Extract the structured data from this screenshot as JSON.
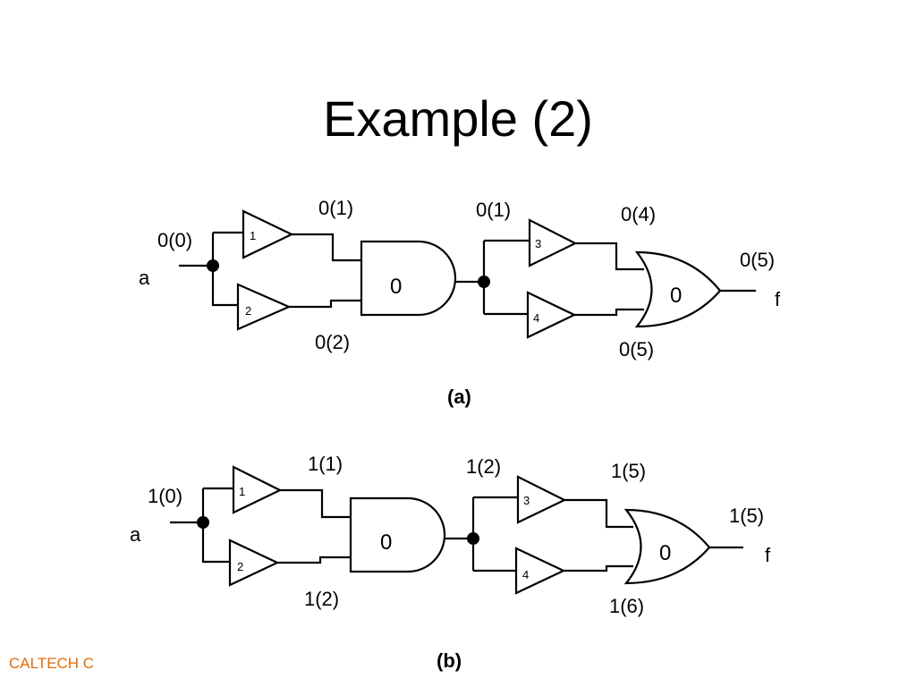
{
  "slide": {
    "title": "Example (2)",
    "footer": "CALTECH C"
  },
  "diagrams": [
    {
      "caption": "(a)",
      "input_label": "a",
      "output_label": "f",
      "input_timing": "0(0)",
      "buffer1_label": "1",
      "buffer2_label": "2",
      "buffer3_label": "3",
      "buffer4_label": "4",
      "buffer1_out": "0(1)",
      "buffer2_out": "0(2)",
      "and_value": "0",
      "and_out": "0(1)",
      "buffer3_out": "0(4)",
      "buffer4_out": "0(5)",
      "or_value": "0",
      "or_out": "0(5)"
    },
    {
      "caption": "(b)",
      "input_label": "a",
      "output_label": "f",
      "input_timing": "1(0)",
      "buffer1_label": "1",
      "buffer2_label": "2",
      "buffer3_label": "3",
      "buffer4_label": "4",
      "buffer1_out": "1(1)",
      "buffer2_out": "1(2)",
      "and_value": "0",
      "and_out": "1(2)",
      "buffer3_out": "1(5)",
      "buffer4_out": "1(6)",
      "or_value": "0",
      "or_out": "1(5)"
    }
  ]
}
